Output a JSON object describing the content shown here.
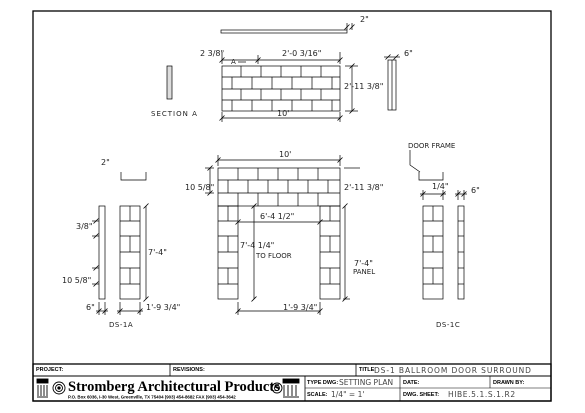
{
  "drawing": {
    "top_elevation": {
      "cap_width": "2\"",
      "left_offset": "2 3/8\"",
      "block_width": "2'-0 3/16\"",
      "height": "2'-11 3/8\"",
      "overall_width": "10'",
      "side_depth": "6\"",
      "section_marker": "A",
      "section_label": "SECTION A"
    },
    "door_surround": {
      "overall_width": "10'",
      "head_height": "10 5/8\"",
      "head_height_right": "2'-11 3/8\"",
      "opening_width": "6'-4 1/2\"",
      "opening_height": "7'-4 1/4\"",
      "opening_note": "TO FLOOR",
      "panel_height": "7'-4\"",
      "panel_note": "PANEL",
      "jamb_width": "1'-9 3/4\""
    },
    "ds1a": {
      "cap_width": "2\"",
      "top_course": "3/8\"",
      "height": "7'-4\"",
      "bottom_course": "10 5/8\"",
      "depth": "6\"",
      "width": "1'-9 3/4\"",
      "label": "DS-1A"
    },
    "ds1c": {
      "frame_label": "DOOR FRAME",
      "width": "1/4\"",
      "depth": "6\"",
      "label": "DS-1C"
    }
  },
  "title_block": {
    "project_label": "PROJECT:",
    "project_value": "",
    "revisions_label": "REVISIONS:",
    "revisions_value": "",
    "title_label": "TITLE:",
    "title_value": "DS-1 BALLROOM DOOR SURROUND",
    "type_dwg_label": "TYPE DWG:",
    "type_dwg_value": "SETTING PLAN",
    "date_label": "DATE:",
    "date_value": "",
    "drawn_by_label": "DRAWN BY:",
    "drawn_by_value": "",
    "scale_label": "SCALE:",
    "scale_value": "1/4\" = 1'",
    "dwg_sheet_label": "DWG. SHEET:",
    "dwg_sheet_value": "HIBE.5.1.S.1.R2",
    "company_name": "Stromberg Architectural Products",
    "company_address": "P.O. Box 6036, I-30 West, Greenville, TX 75404   (903) 454-8682   FAX (903) 454-3642"
  },
  "colors": {
    "line": "#000000",
    "dimension": "#222222",
    "paper": "#ffffff"
  }
}
